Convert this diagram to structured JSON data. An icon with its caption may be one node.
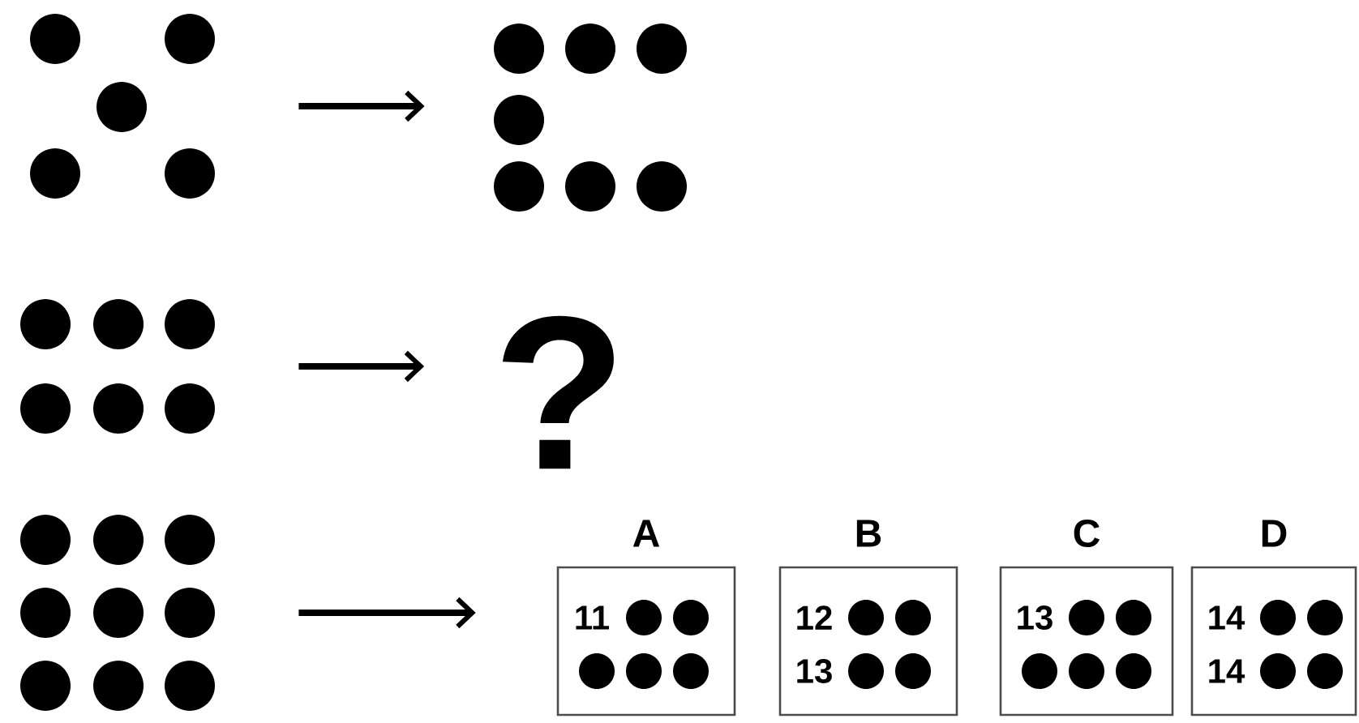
{
  "diagram": {
    "nodes": [
      {
        "text": [],
        "shape": "dots"
      },
      {
        "text": [],
        "shape": "dots"
      },
      {
        "text": [],
        "shape": "dots"
      },
      {
        "text": [
          "?"
        ]
      },
      {
        "text": [],
        "shape": "dots"
      },
      {
        "text": [
          "A",
          "11"
        ]
      },
      {
        "text": [
          "B",
          "12",
          "13"
        ]
      },
      {
        "text": [
          "C",
          "13"
        ]
      },
      {
        "text": [
          "D",
          "14",
          "14"
        ]
      }
    ],
    "edges": [
      {
        "from": 0,
        "to": 1,
        "arrow": "to"
      },
      {
        "from": 2,
        "to": 3,
        "arrow": "to"
      },
      {
        "from": 4,
        "to": 5,
        "arrow": "to"
      }
    ]
  }
}
